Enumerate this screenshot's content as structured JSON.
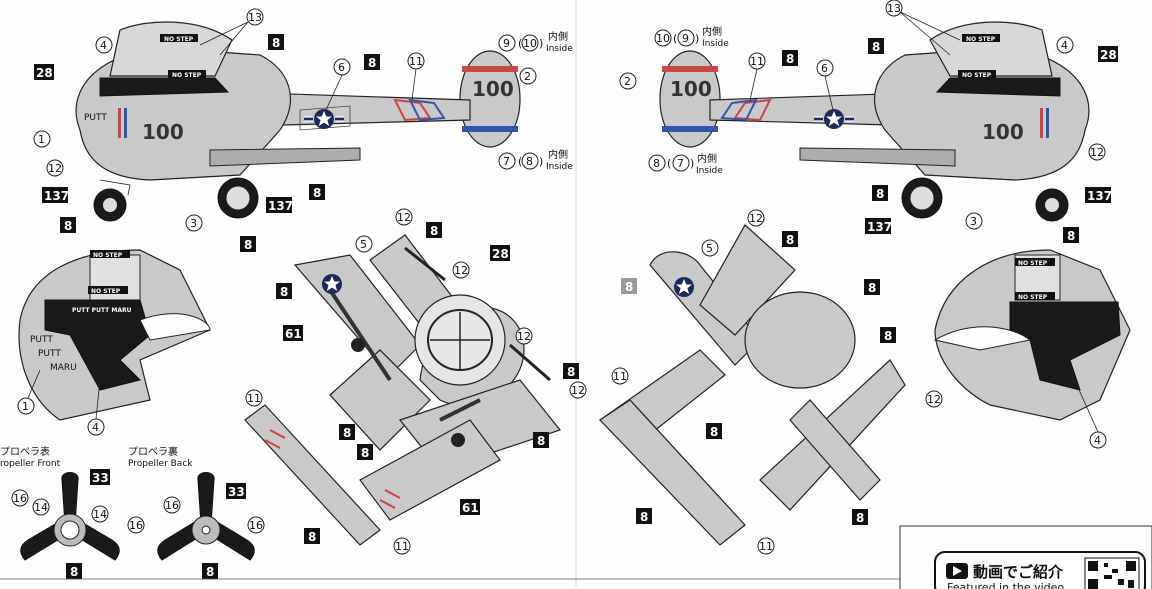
{
  "labels": {
    "no_step": "NO STEP",
    "tail_number": "100",
    "nose_number": "100",
    "nose_art_a": "PUTT",
    "nose_art_b": "PUTT",
    "nose_art_c": "MARU",
    "stencil": "PUTT PUTT MARU",
    "inside_jp": "内側",
    "inside_en": "Inside",
    "prop_front_jp": "プロペラ表",
    "prop_front_en": "ropeller Front",
    "prop_back_jp": "プロペラ裏",
    "prop_back_en": "Propeller Back",
    "video_jp": "動画でご紹介",
    "video_en": "Featured in the video"
  },
  "callouts": {
    "c1": "1",
    "c2": "2",
    "c3": "3",
    "c4": "4",
    "c5": "5",
    "c6": "6",
    "c7": "7",
    "c8": "8",
    "c9": "9",
    "c10": "10",
    "c11": "11",
    "c12": "12",
    "c13": "13",
    "c14": "14",
    "c16": "16"
  },
  "paint_codes": {
    "p8": "8",
    "p28": "28",
    "p33": "33",
    "p61": "61",
    "p137": "137"
  },
  "colors": {
    "body_grey": "#c9c9c9",
    "dark_panel": "#1a1a1a",
    "stripe_red": "#c44",
    "stripe_blue": "#35a",
    "paint_box": "#111111",
    "paint_box_light": "#9a9a9a"
  }
}
